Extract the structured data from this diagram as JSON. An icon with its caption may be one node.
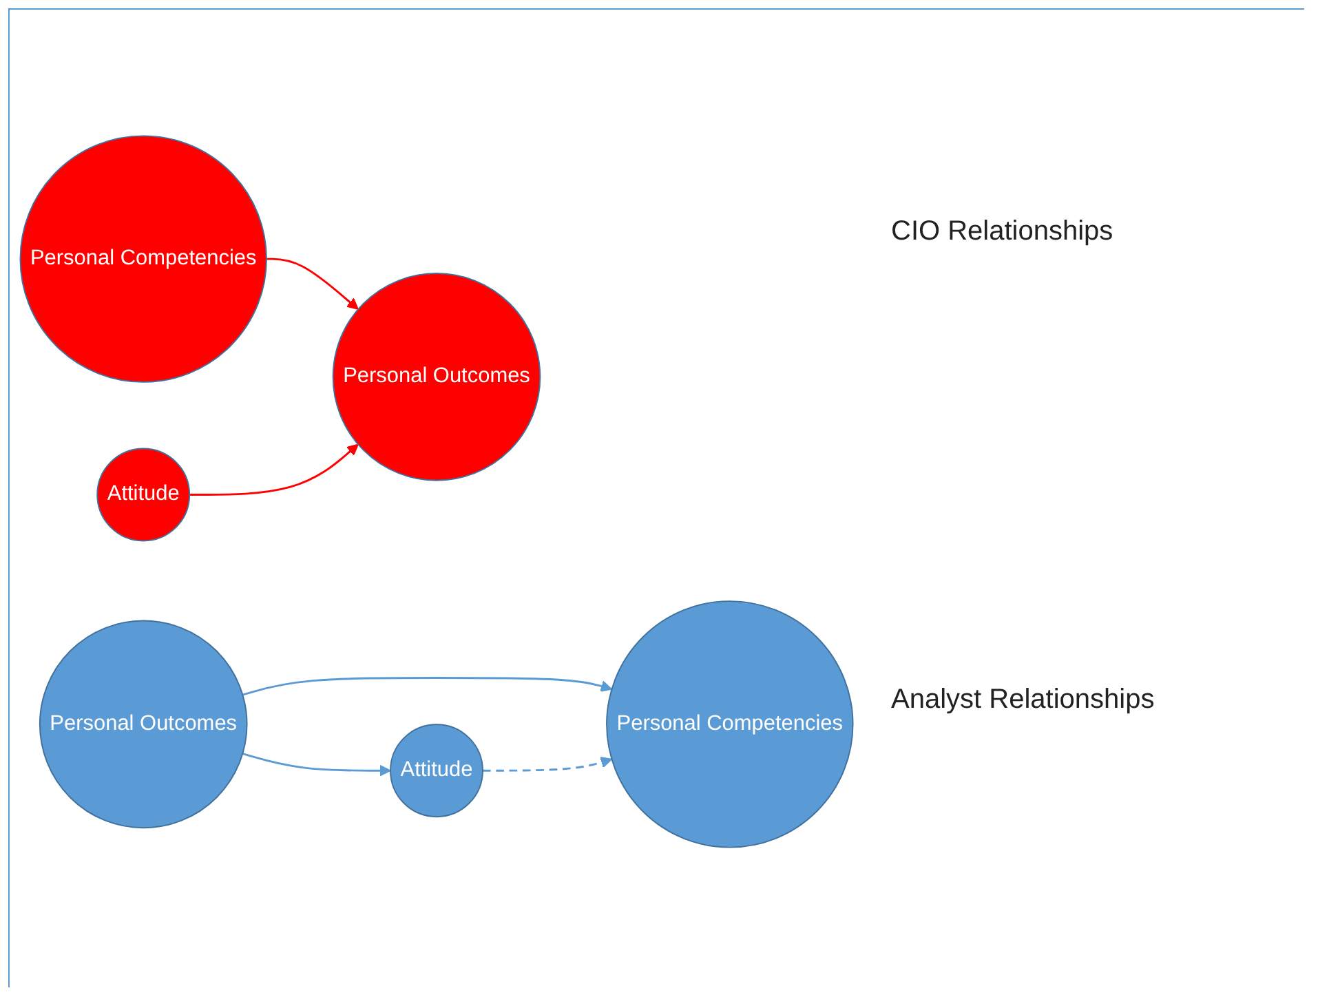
{
  "diagram": {
    "nodes": [
      {
        "text": [
          "Personal Competencies"
        ]
      },
      {
        "text": [
          "Attitude"
        ]
      },
      {
        "text": [
          "Personal Outcomes"
        ]
      },
      {
        "text": [
          "Personal Outcomes"
        ]
      },
      {
        "text": [
          "Personal Competencies"
        ]
      },
      {
        "text": [
          "Attitude"
        ]
      }
    ],
    "edges": [
      {
        "from": 0,
        "to": 2,
        "arrow": "to",
        "color": "#ff0000"
      },
      {
        "from": 1,
        "to": 2,
        "arrow": "to",
        "color": "#ff0000"
      },
      {
        "from": 3,
        "to": 4,
        "arrow": "to"
      },
      {
        "from": 3,
        "to": 5,
        "arrow": "to"
      },
      {
        "from": 5,
        "to": 4,
        "arrow": "to",
        "style": "dashed"
      }
    ],
    "labels": [
      "CIO Relationships",
      "Analyst Relationships"
    ]
  }
}
